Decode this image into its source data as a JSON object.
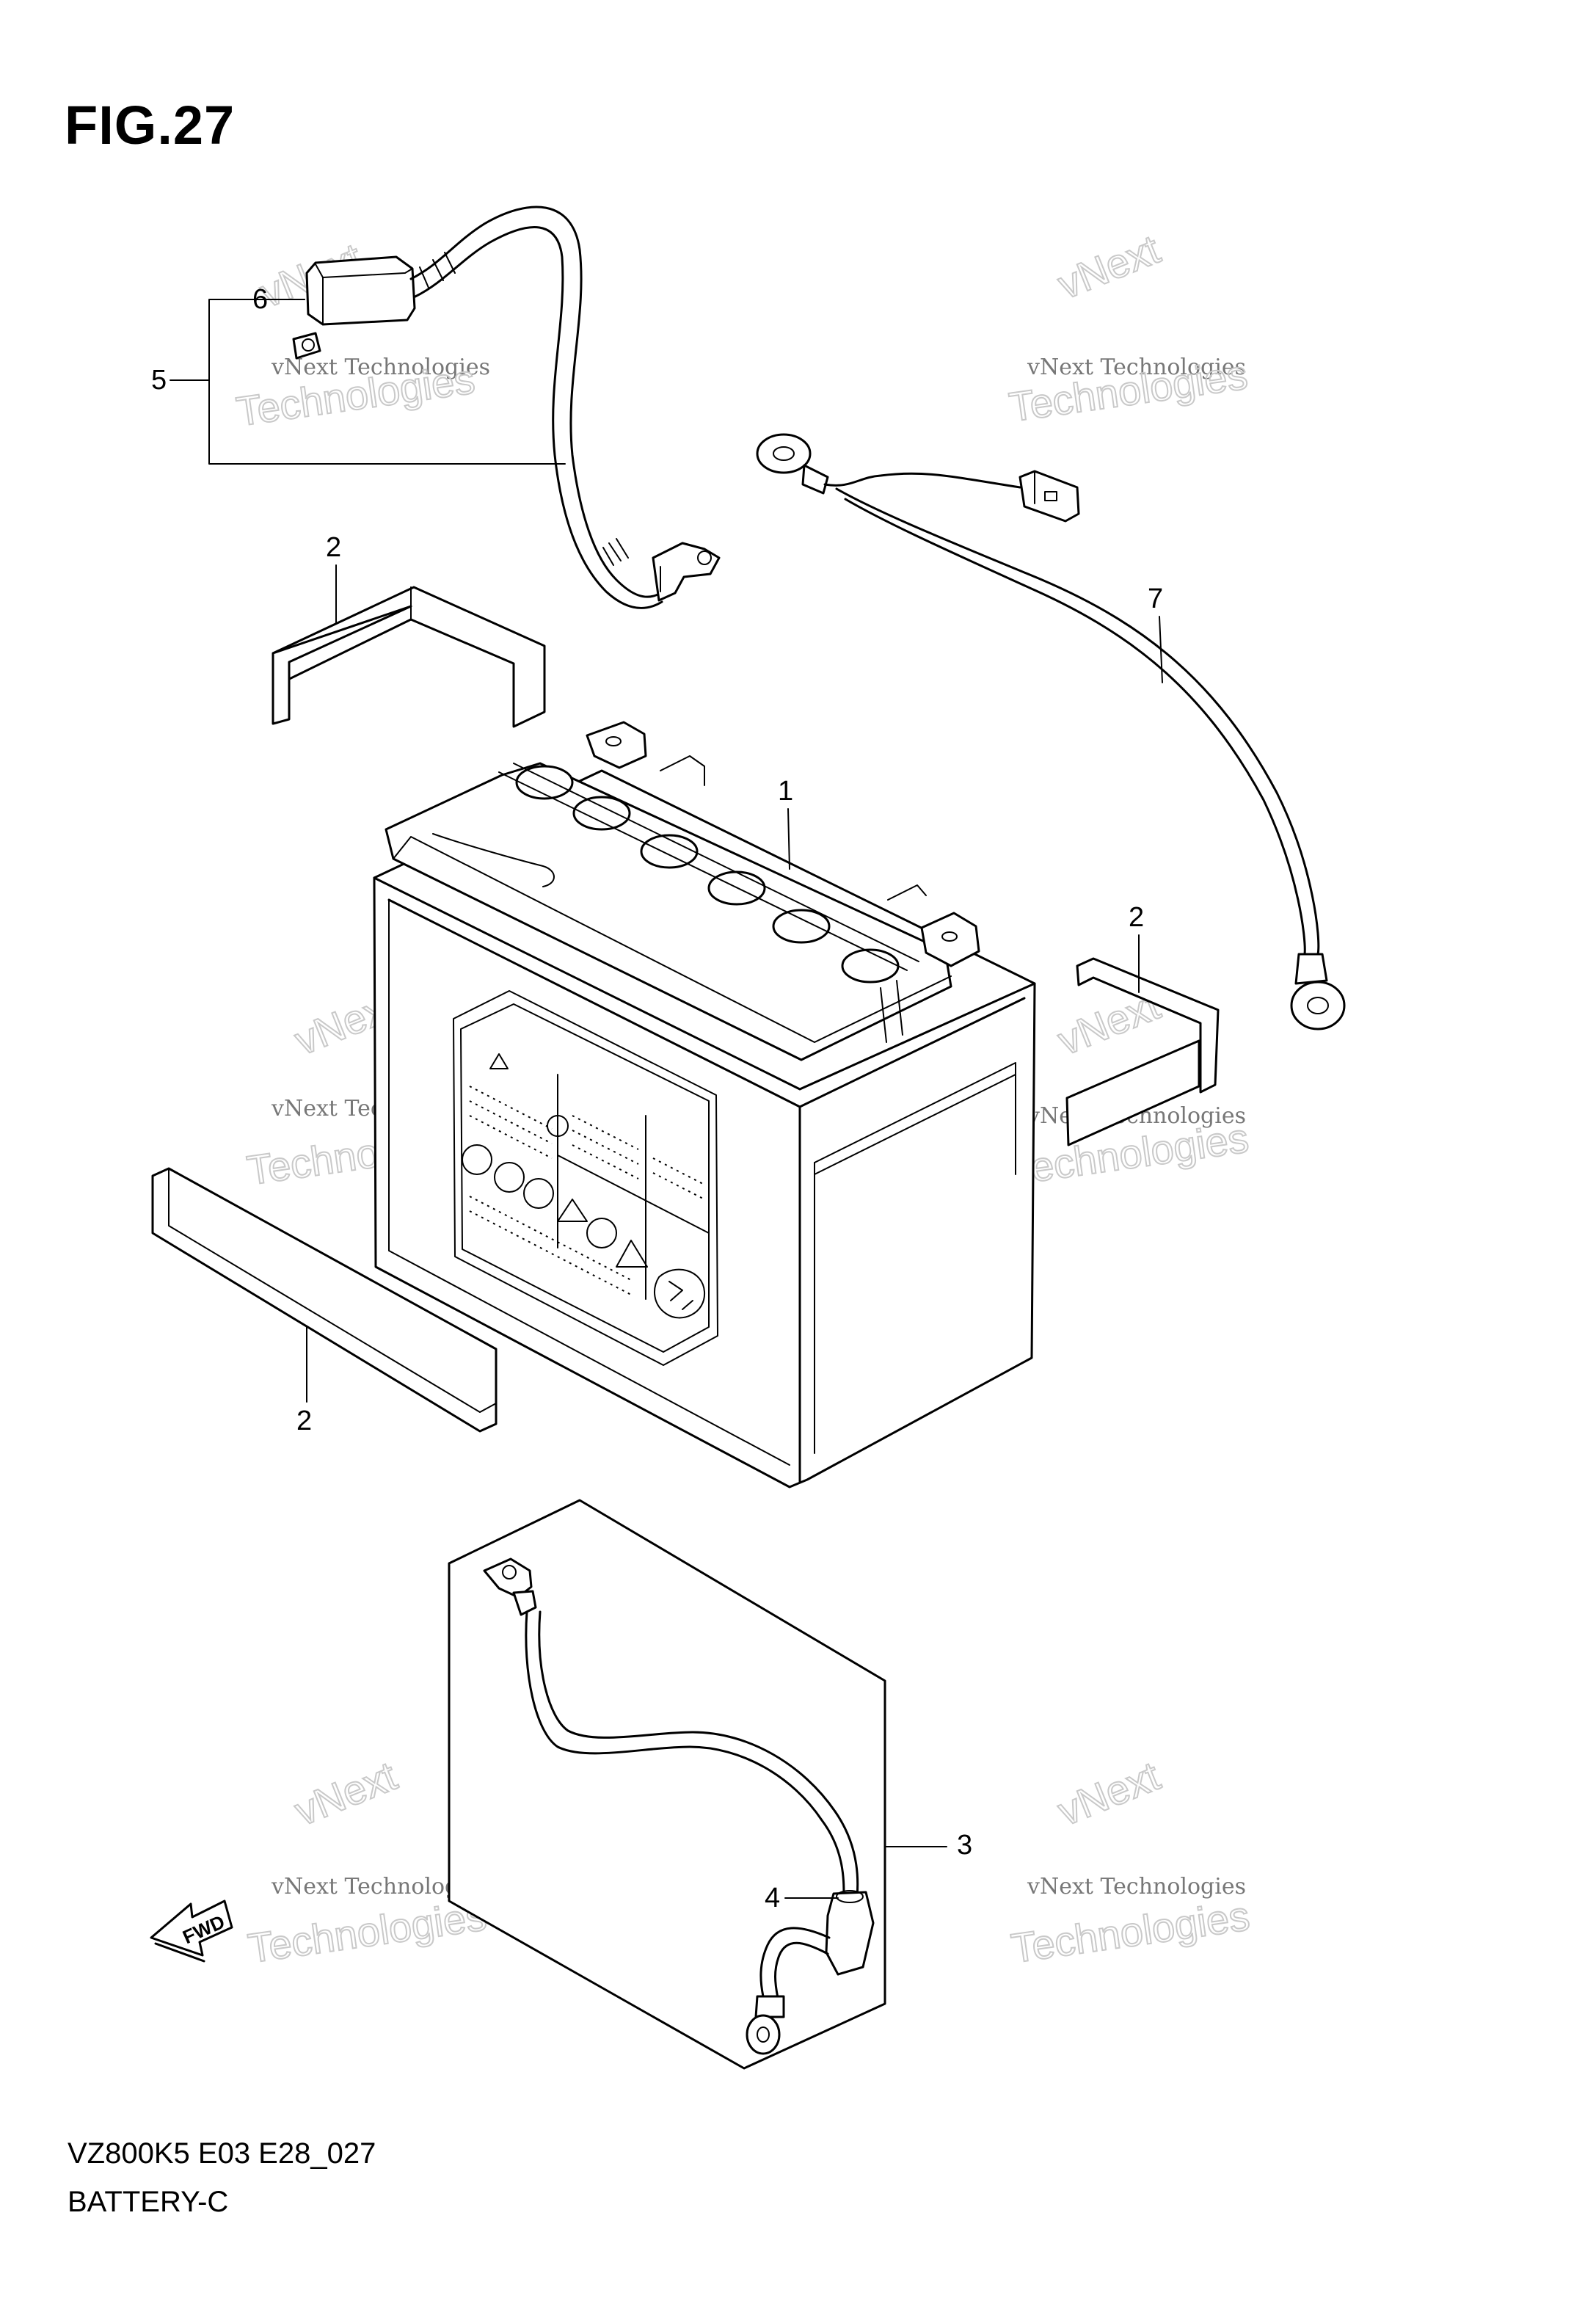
{
  "figure": {
    "title": "FIG.27"
  },
  "footer": {
    "model_code": "VZ800K5 E03 E28_027",
    "diagram_name": "BATTERY-C"
  },
  "callouts": [
    {
      "id": "callout-1",
      "label": "1",
      "part": "battery"
    },
    {
      "id": "callout-2a",
      "label": "2",
      "part": "battery-pad"
    },
    {
      "id": "callout-2b",
      "label": "2",
      "part": "battery-pad"
    },
    {
      "id": "callout-2c",
      "label": "2",
      "part": "battery-pad"
    },
    {
      "id": "callout-3",
      "label": "3",
      "part": "battery-cable"
    },
    {
      "id": "callout-4",
      "label": "4",
      "part": "terminal-cover"
    },
    {
      "id": "callout-5",
      "label": "5",
      "part": "starter-motor-lead-wire"
    },
    {
      "id": "callout-6",
      "label": "6",
      "part": "terminal-cap"
    },
    {
      "id": "callout-7",
      "label": "7",
      "part": "ground-lead-wire"
    }
  ],
  "fwd_arrow": {
    "label": "FWD"
  },
  "watermark": {
    "line1": "vNext",
    "line2": "vNext Technologies",
    "line3": "Technologies"
  },
  "colors": {
    "line": "#000000",
    "background": "#ffffff",
    "watermark": "#c9c9c9"
  }
}
